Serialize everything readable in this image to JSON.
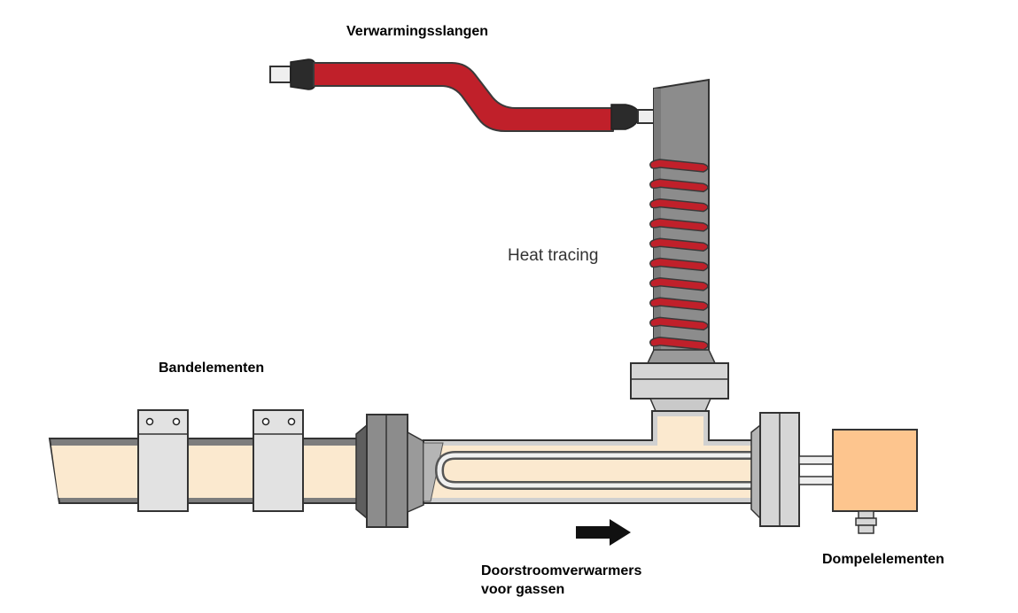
{
  "labels": {
    "hoses": "Verwarmingsslangen",
    "tracing": "Heat tracing",
    "bands": "Bandelementen",
    "flow_line1": "Doorstroomverwarmers",
    "flow_line2": "voor gassen",
    "immersion": "Dompelelementen"
  },
  "components": {
    "heating_hose": "heating-hose",
    "heat_tracing_coil": "heat-tracing-coil",
    "band_heaters": "band-heaters",
    "flow_heater": "flow-heater",
    "immersion_heater": "immersion-heater",
    "flow_arrow": "right-arrow-icon"
  },
  "colors": {
    "heater_red": "#c0202a",
    "pipe_gray": "#8c8c8c",
    "fluid_cream": "#fbe9cf",
    "clamp_gray": "#e2e2e2",
    "immersion_orange": "#fdc58e",
    "outline": "#404040"
  },
  "counts": {
    "coil_turns": 10,
    "band_clamps": 2
  }
}
